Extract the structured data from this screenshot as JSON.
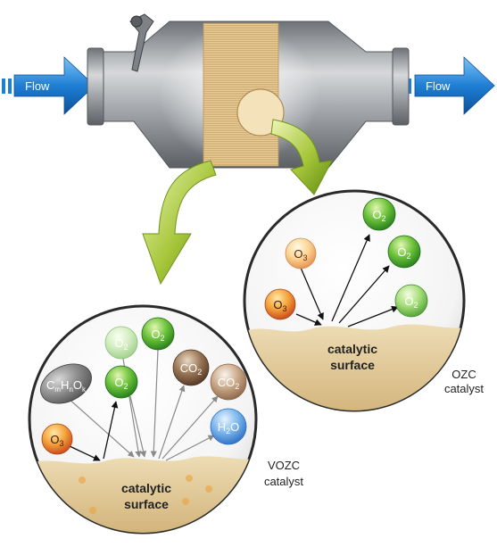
{
  "flow_in_label": "Flow",
  "flow_out_label": "Flow",
  "colors": {
    "flow_arrow": "#1f7fd4",
    "converter_body": "#9a9ea3",
    "substrate": "#e0c48e",
    "callout_arrow": "#a6c63a",
    "surface": "#dcc391",
    "o3": "#e8641c",
    "o2": "#3a9a2a",
    "co2": "#7a5a40",
    "h2o": "#4a8fd8",
    "voc": "#7a7a7a"
  },
  "ozc": {
    "surface_label_line1": "catalytic",
    "surface_label_line2": "surface",
    "catalyst_line1": "OZC",
    "catalyst_line2": "catalyst",
    "molecules": [
      {
        "id": "o3-top",
        "base": "O",
        "sub": "3",
        "kind": "o3-light"
      },
      {
        "id": "o3-bottom",
        "base": "O",
        "sub": "3",
        "kind": "o3"
      },
      {
        "id": "o2-1",
        "base": "O",
        "sub": "2",
        "kind": "o2"
      },
      {
        "id": "o2-2",
        "base": "O",
        "sub": "2",
        "kind": "o2"
      },
      {
        "id": "o2-3",
        "base": "O",
        "sub": "2",
        "kind": "o2-light"
      }
    ]
  },
  "vozc": {
    "surface_label_line1": "catalytic",
    "surface_label_line2": "surface",
    "catalyst_line1": "VOZC",
    "catalyst_line2": "catalyst",
    "voc_formula": {
      "parts": [
        "C",
        "m",
        "H",
        "n",
        "O",
        "k"
      ]
    },
    "molecules": [
      {
        "id": "o3",
        "base": "O",
        "sub": "3",
        "kind": "o3"
      },
      {
        "id": "o2-faint",
        "base": "O",
        "sub": "2",
        "kind": "o2-faint"
      },
      {
        "id": "o2-mid",
        "base": "O",
        "sub": "2",
        "kind": "o2"
      },
      {
        "id": "o2-top",
        "base": "O",
        "sub": "2",
        "kind": "o2"
      },
      {
        "id": "co2-1",
        "base": "CO",
        "sub": "2",
        "kind": "co2"
      },
      {
        "id": "co2-2",
        "base": "CO",
        "sub": "2",
        "kind": "co2-light"
      },
      {
        "id": "h2o",
        "base": "H",
        "sub": "2",
        "tail": "O",
        "kind": "h2o"
      }
    ]
  }
}
